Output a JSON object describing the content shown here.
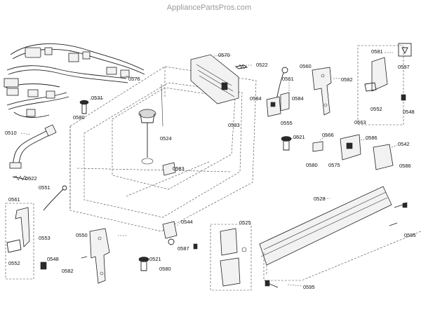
{
  "watermark": "AppliancePartsPros.com",
  "labels": {
    "l0570": "0570",
    "l0522a": "0522",
    "l0560": "0560",
    "l0581a": "0581",
    "l0597": "0597",
    "l0576": "0576",
    "l0531": "0531",
    "l0561a": "0561",
    "l0582a": "0582",
    "l0584a": "0584",
    "l0584b": "0584",
    "l0552a": "0552",
    "l0548a": "0548",
    "l0580a": "0580",
    "l0583a": "0583",
    "l0555": "0555",
    "l0563": "0563",
    "l0510": "0510",
    "l0524": "0524",
    "l0521a": "0521",
    "l0566": "0566",
    "l0586a": "0586",
    "l0542": "0542",
    "l0575": "0575",
    "l0586b": "0586",
    "l0580b": "0580",
    "l0583b": "0583",
    "l0522b": "0522",
    "l0551": "0551",
    "l0528": "0528",
    "l0561b": "0561",
    "l0544": "0544",
    "l0525": "0525",
    "l0550": "0550",
    "l0553": "0553",
    "l0595a": "0595",
    "l0587": "0587",
    "l0552b": "0552",
    "l0548b": "0548",
    "l0521b": "0521",
    "l0582b": "0582",
    "l0580c": "0580",
    "l0595b": "0595"
  }
}
